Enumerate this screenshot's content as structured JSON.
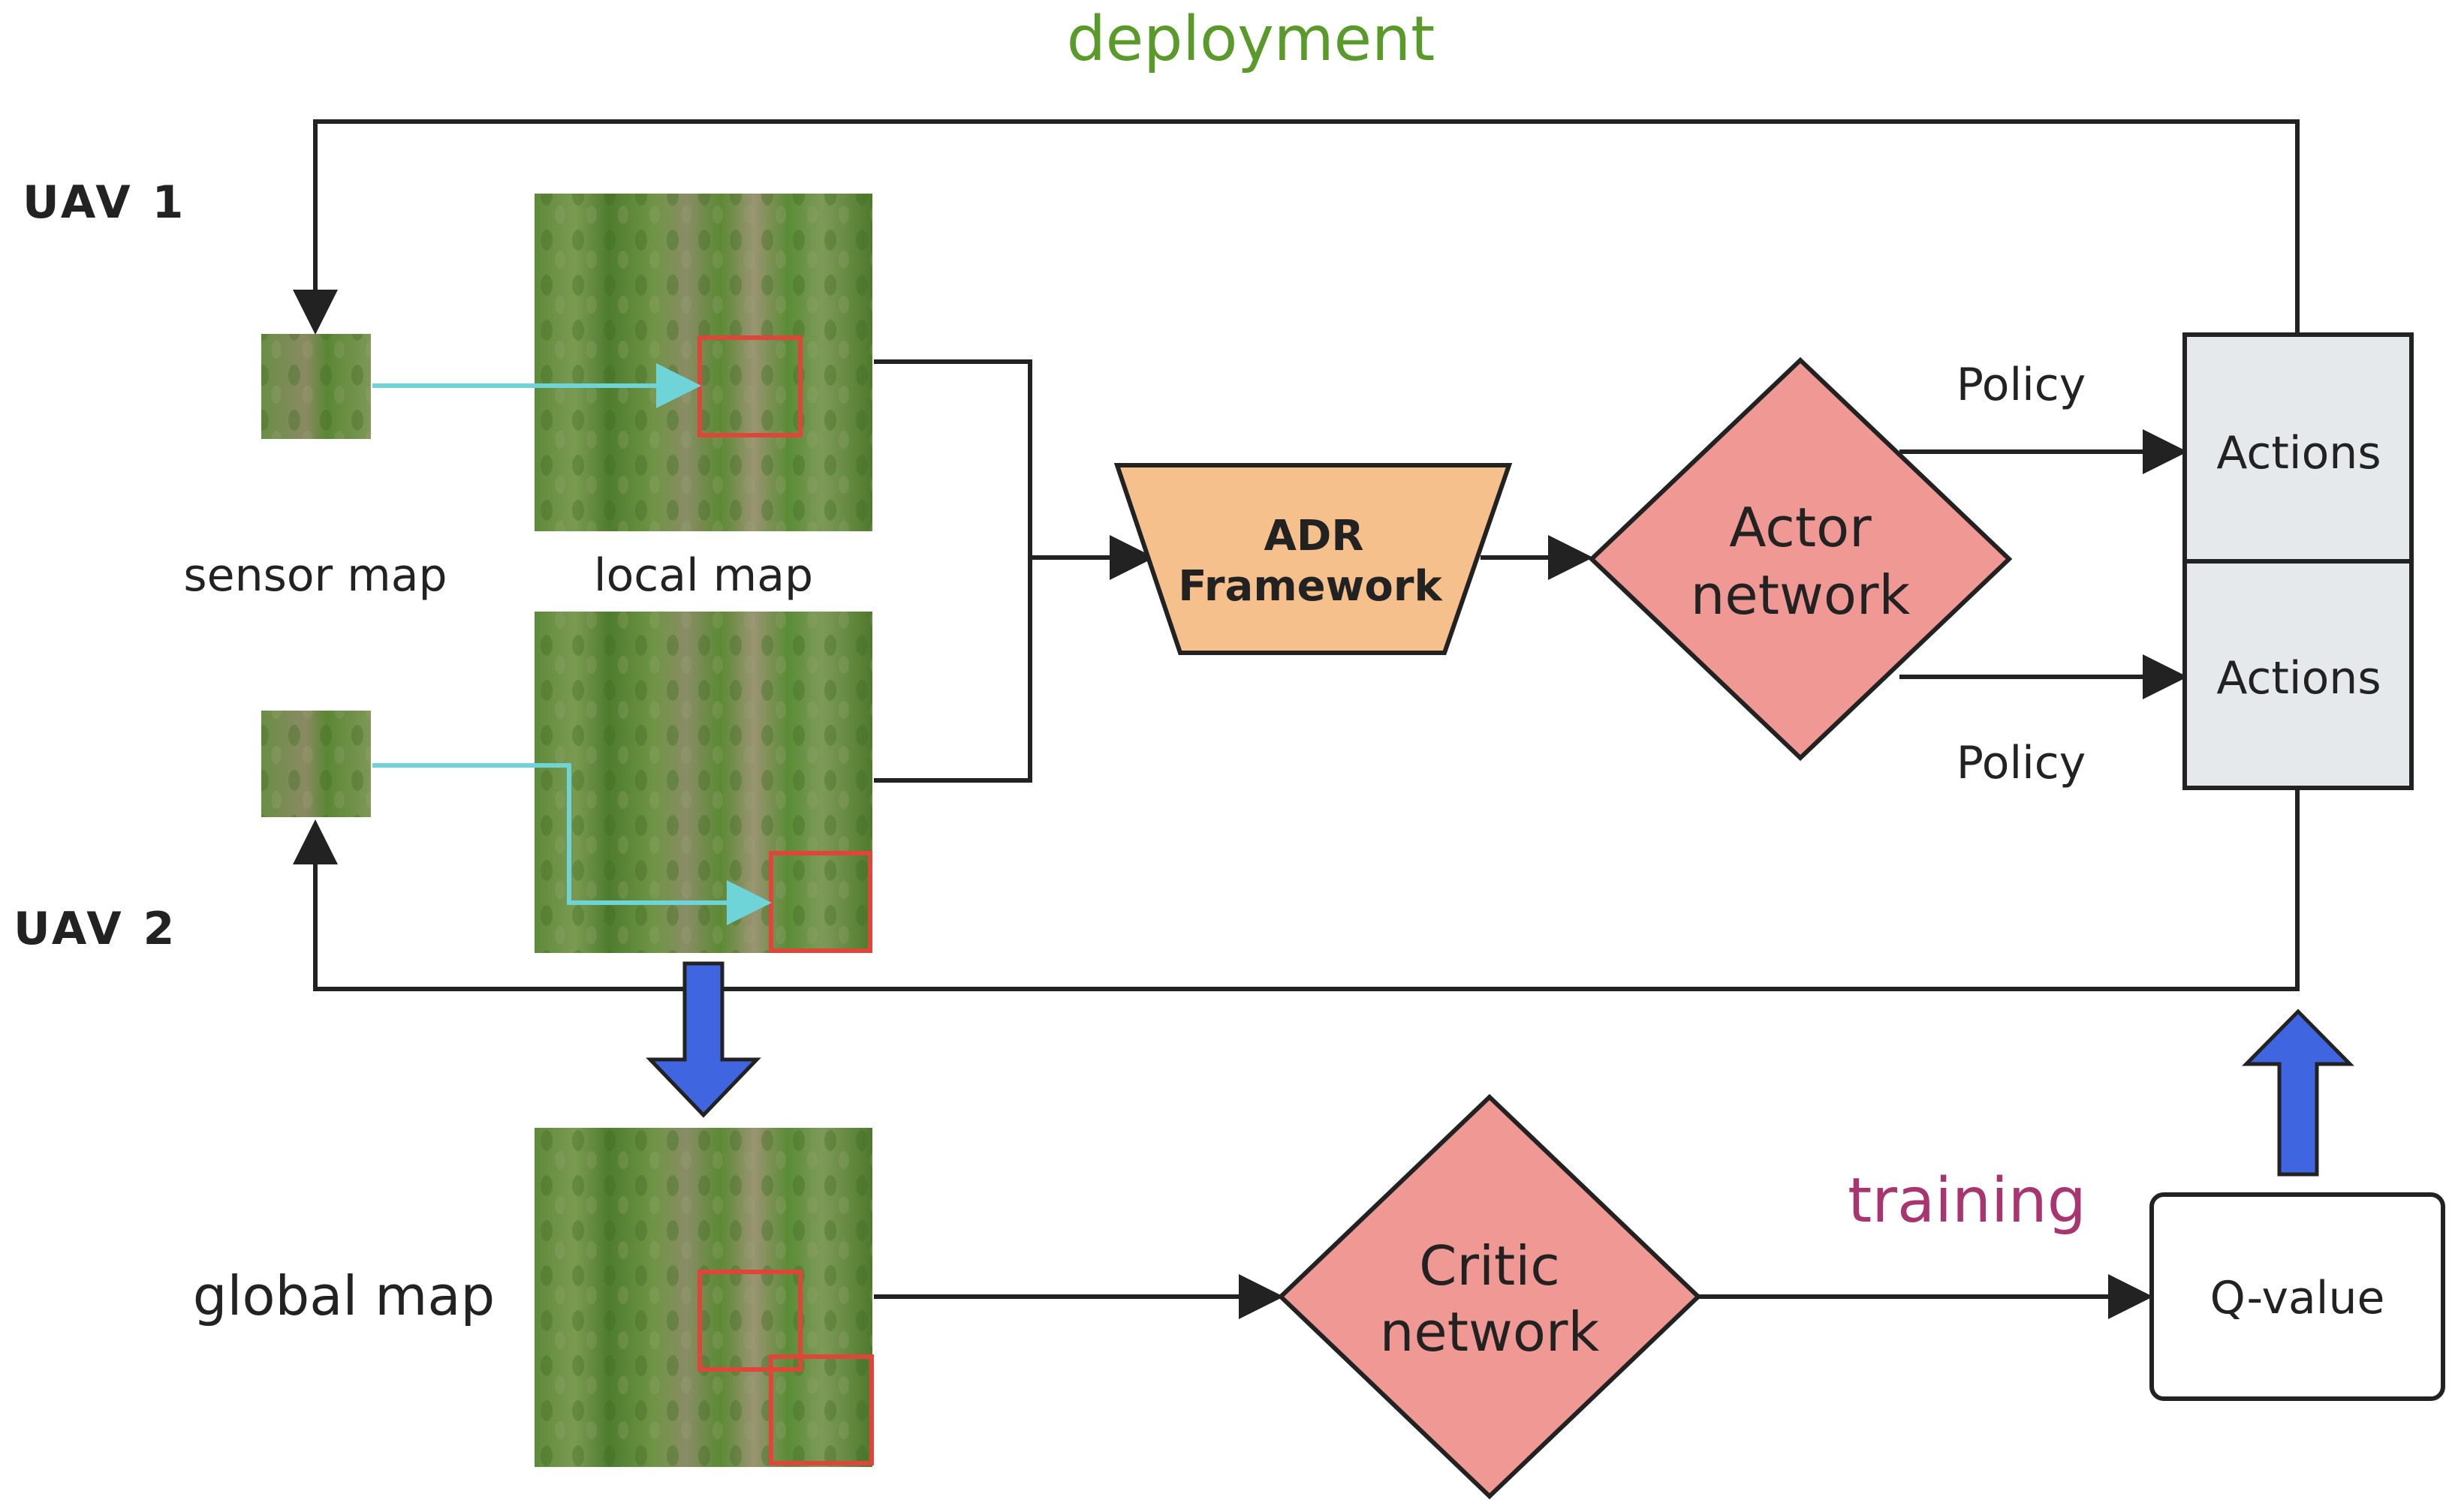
{
  "title_deployment": "deployment",
  "title_training": "training",
  "uav1": "UAV 1",
  "uav2": "UAV  2",
  "sensor_map": "sensor map",
  "local_map": "local map",
  "global_map": "global map",
  "adr": {
    "line1": "ADR",
    "line2": "Framework"
  },
  "actor": {
    "line1": "Actor",
    "line2": "network"
  },
  "critic": {
    "line1": "Critic",
    "line2": "network"
  },
  "policy_top": "Policy",
  "policy_bottom": "Policy",
  "actions_top": "Actions",
  "actions_bottom": "Actions",
  "qvalue": "Q-value",
  "colors": {
    "deployment": "#5a9a2a",
    "training": "#a8356f",
    "adr_fill": "#f5c08c",
    "network_fill": "#ef9894",
    "actions_fill": "#e6e9ec",
    "big_arrow": "#3f66e0",
    "highlight": "#e0453a",
    "sensor_link": "#6fd4d8"
  }
}
